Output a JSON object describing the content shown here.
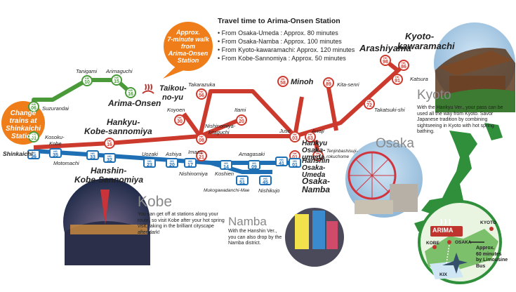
{
  "travel": {
    "title": "Travel time to Arima-Onsen Station",
    "rows": [
      "• From Osaka-Umeda : Approx. 80 minutes",
      "• From Osaka-Namba : Approx. 100 minutes",
      "• From Kyoto-kawaramachi: Approx. 120 minutes",
      "• From Kobe-Sannomiya : Approx. 50 minutes"
    ]
  },
  "callouts": {
    "walk": [
      "Approx.",
      "7-minute walk",
      "from",
      "Arima-Onsen",
      "Station"
    ],
    "change": [
      "Change",
      "trains at",
      "Shinkaichi",
      "Station"
    ]
  },
  "stations": {
    "tanigami": "Tanigami",
    "arimaguchi": "Arimaguchi",
    "suzurandai": "Suzurandai",
    "arima_onsen": "Arima-Onsen",
    "taikou_1": "Taikou-",
    "taikou_2": "no-yu",
    "takarazuka": "Takarazuka",
    "minoh": "Minoh",
    "kita_senri": "Kita-senri",
    "arashiyama": "Arashiyama",
    "kyoto_kawa_1": "Kyoto-",
    "kyoto_kawa_2": "kawaramachi",
    "katsura": "Katsura",
    "takatsuki": "Takatsuki-shi",
    "koyoen": "Koyoen",
    "itami": "Itami",
    "nishi_kita_1": "Nishinomiya-",
    "nishi_kita_2": "kitaguchi",
    "hankyu_kobe_1": "Hankyu-",
    "hankyu_kobe_2": "Kobe-sannomiya",
    "juso": "Juso",
    "awaji": "Awaji",
    "hankyu_osaka_1": "Hankyu",
    "hankyu_osaka_2": "Osaka-",
    "hankyu_osaka_3": "umeda",
    "tenjin_1": "Tenjinbashisuji-",
    "tenjin_2": "rokuchome",
    "shinkaichi": "Shinkaichi",
    "kosoku_1": "Kosoku-",
    "kosoku_2": "Kobe",
    "motomachi": "Motomachi",
    "uozaki": "Uozaki",
    "ashiya": "Ashiya",
    "imazu": "Imazu",
    "amagasaki": "Amagasaki",
    "hanshin_osaka_1": "Hanshin",
    "hanshin_osaka_2": "Osaka-",
    "hanshin_osaka_3": "Umeda",
    "hanshin_kobe_1": "Hanshin-",
    "hanshin_kobe_2": "Kobe-Sannomiya",
    "nishinomiya": "Nishinomiya",
    "koshien": "Koshien",
    "mukogawa": "Mukogawadanchi-Mae",
    "nishikujo": "Nishikujo",
    "osaka_namba_1": "Osaka-",
    "osaka_namba_2": "Namba"
  },
  "badges": {
    "kb01": [
      "KB",
      "01"
    ],
    "kb06": [
      "KB",
      "06"
    ],
    "kb10": [
      "KB",
      "10"
    ],
    "kb15": [
      "KB",
      "15"
    ],
    "kb16": [
      "KB",
      "16"
    ],
    "hs36": [
      "HS",
      "36"
    ],
    "hk16": [
      "HK",
      "16"
    ],
    "hk30": [
      "HK",
      "30"
    ],
    "hk08": [
      "HK",
      "08"
    ],
    "hk21": [
      "HK",
      "21"
    ],
    "hk20": [
      "HK",
      "20"
    ],
    "hk56": [
      "HK",
      "56"
    ],
    "hk58": [
      "HK",
      "58"
    ],
    "hk03": [
      "HK",
      "03"
    ],
    "hk63": [
      "HK",
      "63"
    ],
    "hk11": [
      "HK",
      "11"
    ],
    "hk01": [
      "HK",
      "01"
    ],
    "hk89": [
      "HK",
      "89"
    ],
    "hk72": [
      "HK",
      "72"
    ],
    "hk91": [
      "HK",
      "91"
    ],
    "hk86": [
      "HK",
      "86"
    ],
    "hk98": [
      "HK",
      "98"
    ],
    "hs35": [
      "HS",
      "35"
    ],
    "hs33": [
      "HS",
      "33"
    ],
    "hs32": [
      "HS",
      "32"
    ],
    "hs23": [
      "HS",
      "23"
    ],
    "hs20": [
      "HS",
      "20"
    ],
    "hs17": [
      "HS",
      "17"
    ],
    "hs14": [
      "HS",
      "14"
    ],
    "hs09": [
      "HS",
      "09"
    ],
    "hs51": [
      "HS",
      "51"
    ],
    "hs45": [
      "HS",
      "45"
    ],
    "hs41": [
      "HS",
      "41"
    ],
    "hs01": [
      "HS",
      "01"
    ]
  },
  "areas": {
    "kobe": {
      "name": "Kobe",
      "text": "You can get off at stations along your route, so visit Kobe after your hot spring visit, taking in the brilliant cityscape after dark!"
    },
    "namba": {
      "name": "Namba",
      "text": "With the Hanshin Ver., you can also drop by the Namba district."
    },
    "osaka": {
      "name": "Osaka"
    },
    "kyoto": {
      "name": "Kyoto",
      "text": "With the Hankyu Ver., your pass can be used all the way from Kyoto. Savor Japanese tradition by combining sightseeing in Kyoto with hot spring bathing."
    }
  },
  "inset": {
    "arima": "ARIMA",
    "kyoto": "KYOTO",
    "osaka": "OSAKA",
    "kobe": "KOBE",
    "kix": "KIX",
    "bus": [
      "Approx.",
      "60 minutes",
      "by Limousine",
      "Bus"
    ]
  },
  "colors": {
    "kobe_line": "#4a9a3a",
    "hankyu": "#cc3a2e",
    "hanshin": "#1f6fb5",
    "callout": "#ef7d1a"
  }
}
